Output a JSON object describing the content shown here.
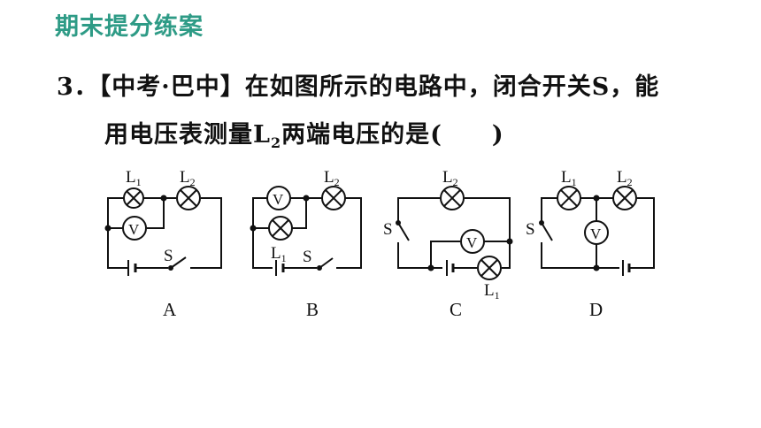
{
  "header": {
    "title": "期末提分练案"
  },
  "question": {
    "number": "3．",
    "source": "【中考·巴中】",
    "line1_text": "在如图所示的电路中，闭合开关S，能",
    "line2_before": "用电压表测量L",
    "line2_sub": "2",
    "line2_after": "两端电压的是(",
    "line2_close": ")"
  },
  "labels": {
    "L": "L",
    "one": "1",
    "two": "2",
    "S": "S",
    "V": "V",
    "A": "A",
    "B": "B",
    "C": "C",
    "D": "D"
  }
}
